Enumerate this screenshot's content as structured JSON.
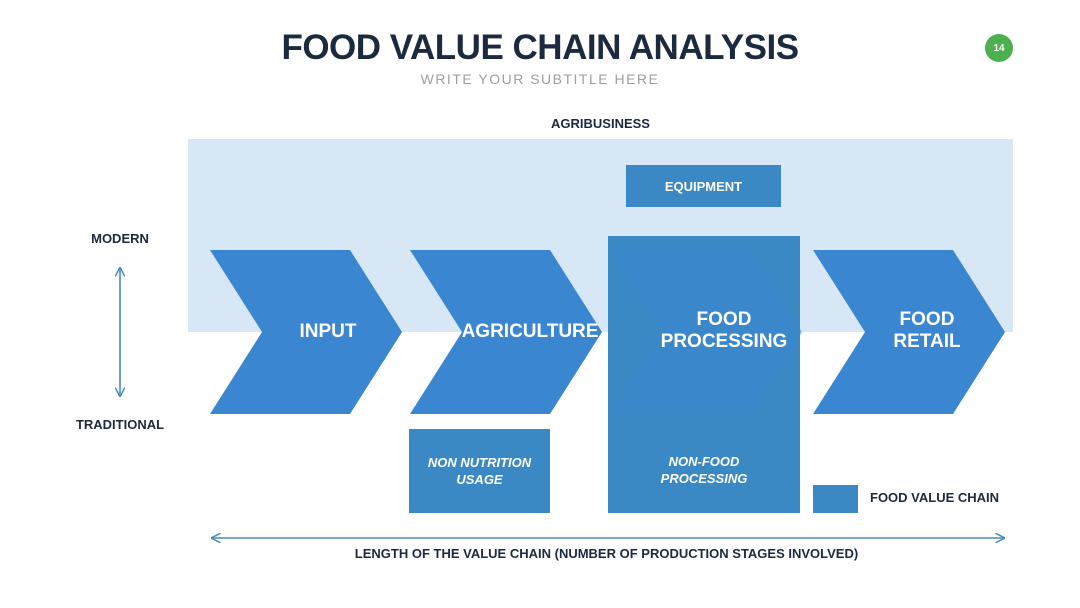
{
  "header": {
    "title": "FOOD VALUE CHAIN ANALYSIS",
    "subtitle": "WRITE YOUR SUBTITLE HERE",
    "page_number": "14"
  },
  "diagram": {
    "band_label": "AGRIBUSINESS",
    "axis_top": "MODERN",
    "axis_bottom": "TRADITIONAL",
    "stages": [
      {
        "label": "INPUT"
      },
      {
        "label": "AGRICULTURE"
      },
      {
        "label": "FOOD\nPROCESSING"
      },
      {
        "label": "FOOD\nRETAIL"
      }
    ],
    "equipment": "EQUIPMENT",
    "non_nutrition": "NON NUTRITION\nUSAGE",
    "non_food": "NON-FOOD\nPROCESSING",
    "legend": "FOOD VALUE CHAIN",
    "length_label": "LENGTH OF THE VALUE CHAIN (NUMBER OF PRODUCTION STAGES INVOLVED)"
  },
  "colors": {
    "primary": "#3a88c4",
    "chevron": "#3b86d1",
    "band": "#d7e7f6",
    "arrow": "#4a8db7",
    "badge": "#4caf50",
    "title": "#1b2a3e"
  }
}
